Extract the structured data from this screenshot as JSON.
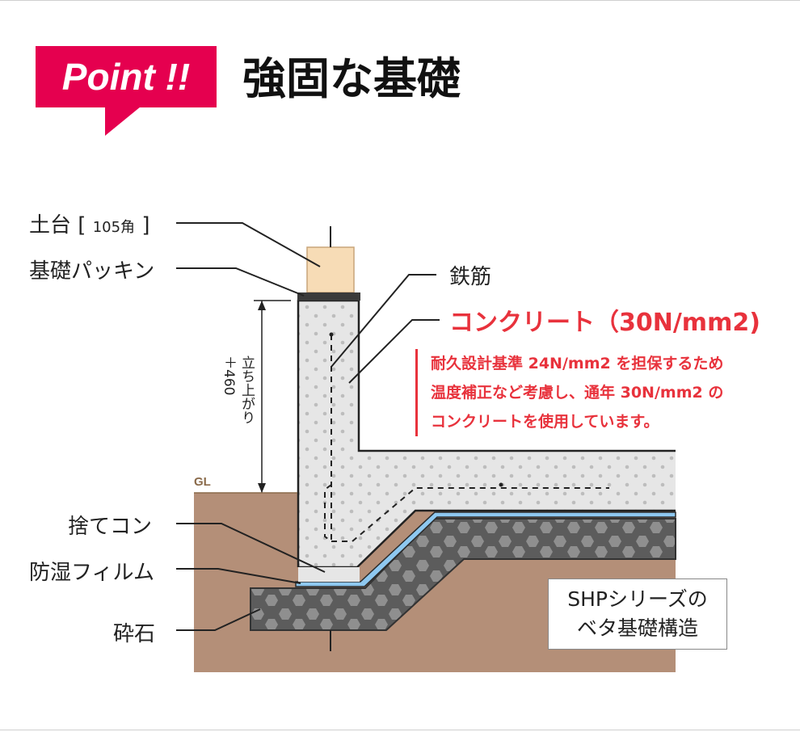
{
  "header": {
    "badge_text": "Point !!",
    "title": "強固な基礎"
  },
  "labels": {
    "dodai": "土台",
    "dodai_size": "105角",
    "packing": "基礎パッキン",
    "rebar": "鉄筋",
    "concrete": "コンクリート（30N/mm2)",
    "rise": "立ち上がり",
    "rise_value": "＋460",
    "gl": "GL",
    "sutecon": "捨てコン",
    "film": "防湿フィルム",
    "gravel": "砕石"
  },
  "note": {
    "lines": [
      "耐久設計基準 24N/mm2 を担保するため",
      "温度補正など考慮し、通年 30N/mm2 の",
      "コンクリートを使用しています。"
    ]
  },
  "caption": {
    "line1": "SHPシリーズの",
    "line2": "ベタ基礎構造"
  },
  "colors": {
    "accent": "#e5004f",
    "note_red": "#e8323c",
    "soil": "#b48f78",
    "concrete": "#e6e6e6",
    "gravel": "#5a5a5a",
    "film": "#8ec8f0",
    "wood": "#f7dcb6"
  }
}
